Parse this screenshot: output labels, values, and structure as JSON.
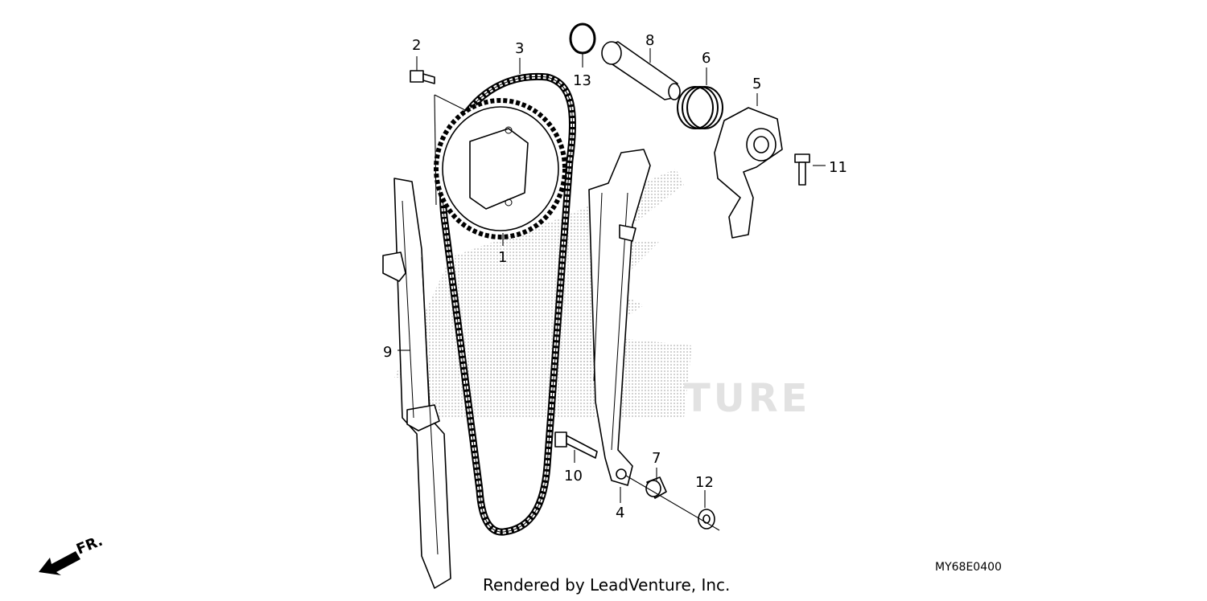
{
  "callouts": [
    "1",
    "2",
    "3",
    "4",
    "5",
    "6",
    "7",
    "8",
    "9",
    "10",
    "11",
    "12",
    "13"
  ],
  "watermark_text": "TURE",
  "footer": "Rendered by LeadVenture, Inc.",
  "diagram_code": "MY68E0400",
  "direction_label": "FR."
}
